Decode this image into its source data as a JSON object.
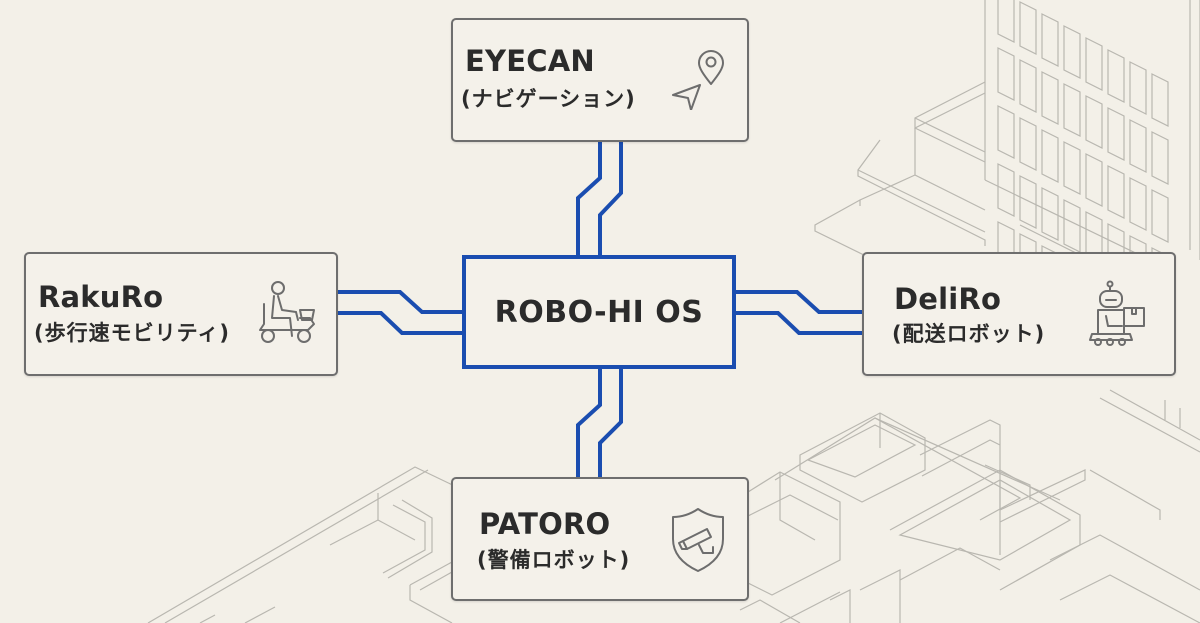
{
  "diagram": {
    "core": {
      "label": "ROBO-HI OS",
      "border_color": "#1a4db0"
    },
    "connector_color": "#1a4db0",
    "nodes": [
      {
        "id": "eyecan",
        "title": "EYECAN",
        "subtitle": "(ナビゲーション)",
        "icon": "navigation-location-icon",
        "position": "top"
      },
      {
        "id": "rakuro",
        "title": "RakuRo",
        "subtitle": "(歩行速モビリティ)",
        "icon": "mobility-scooter-icon",
        "position": "left"
      },
      {
        "id": "deliro",
        "title": "DeliRo",
        "subtitle": "(配送ロボット)",
        "icon": "delivery-robot-icon",
        "position": "right"
      },
      {
        "id": "patoro",
        "title": "PATORO",
        "subtitle": "(警備ロボット)",
        "icon": "security-camera-shield-icon",
        "position": "bottom"
      }
    ],
    "background": "isometric-building-line-art"
  }
}
